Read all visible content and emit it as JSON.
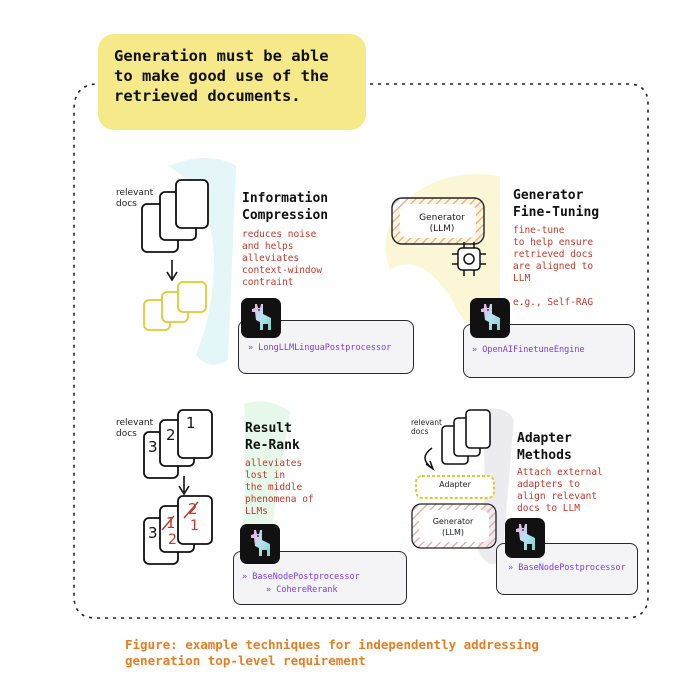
{
  "header_note": "Generation must be able to make good use of the retrieved documents.",
  "sections": {
    "compression": {
      "title": "Information\nCompression",
      "description": "reduces noise\nand helps\nalleviates\ncontext-window\ncontraint",
      "docs_label": "relevant\ndocs",
      "items": [
        "LongLLMLinguaPostprocessor"
      ]
    },
    "finetuning": {
      "title": "Generator\nFine-Tuning",
      "description": "fine-tune\nto help ensure\nretrieved docs\nare aligned to\nLLM\n\ne.g., Self-RAG",
      "generator_label": "Generator\n(LLM)",
      "items": [
        "OpenAIFinetuneEngine"
      ]
    },
    "rerank": {
      "title": "Result\nRe-Rank",
      "description": "alleviates\nlost in\nthe middle\nphenomena of\nLLMs",
      "docs_label": "relevant\ndocs",
      "items": [
        "BaseNodePostprocessor",
        "CohereRerank"
      ]
    },
    "adapter": {
      "title": "Adapter\nMethods",
      "description": "Attach external\nadapters to\nalign relevant\ndocs to LLM",
      "docs_label": "relevant\ndocs",
      "adapter_label": "Adapter",
      "generator_label": "Generator\n(LLM)",
      "items": [
        "BaseNodePostprocessor"
      ]
    }
  },
  "caption": "Figure: example techniques for independently addressing\ngeneration top-level requirement",
  "colors": {
    "note_yellow": "#f6e98a",
    "desc_red": "#c0392b",
    "class_purple": "#7c3aed",
    "caption_orange": "#e67e22"
  }
}
